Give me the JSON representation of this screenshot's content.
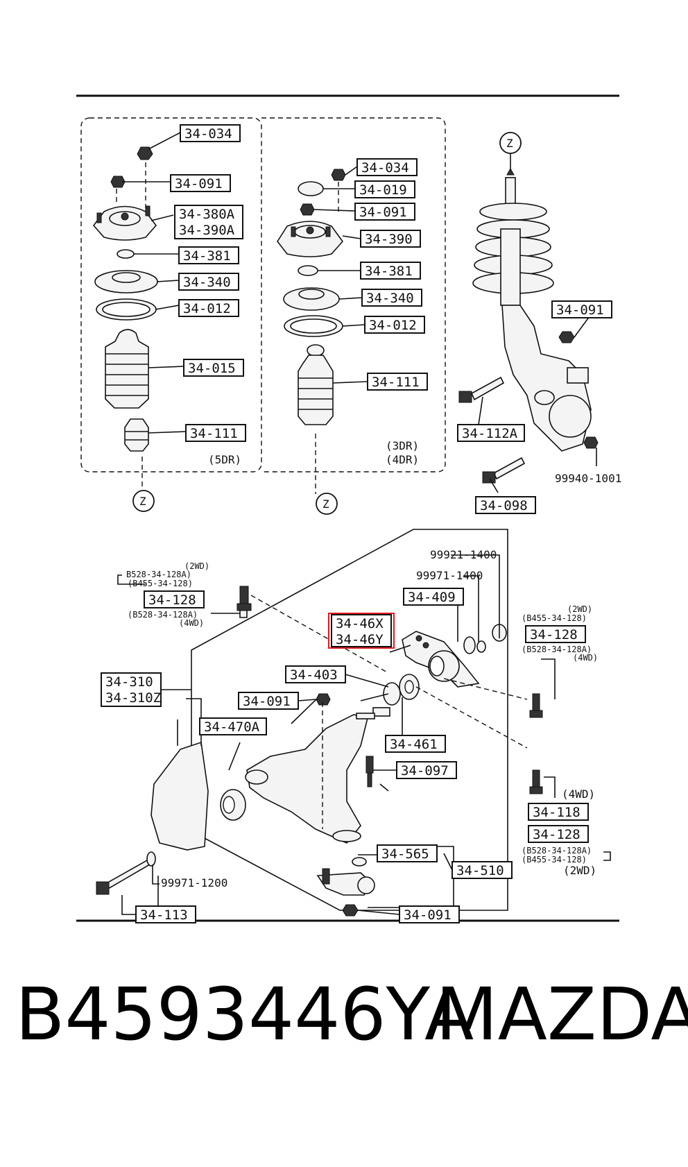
{
  "labels": {
    "l5_034": "34-034",
    "l5_091": "34-091",
    "l5_380a": "34-380A",
    "l5_390a": "34-390A",
    "l5_381": "34-381",
    "l5_340": "34-340",
    "l5_012": "34-012",
    "l5_015": "34-015",
    "l5_111": "34-111",
    "note_5dr": "(5DR)",
    "l3_034": "34-034",
    "l3_019": "34-019",
    "l3_091": "34-091",
    "l3_390": "34-390",
    "l3_381": "34-381",
    "l3_340": "34-340",
    "l3_012": "34-012",
    "l3_111": "34-111",
    "note_3dr": "(3DR)",
    "note_4dr": "(4DR)",
    "r_091": "34-091",
    "r_112a": "34-112A",
    "r_99940": "99940-1001",
    "r_098": "34-098",
    "z_top": "Z",
    "z_left": "Z",
    "z_mid": "Z",
    "lw_2wd_a": "(2WD)",
    "lw_b528_a": "B528-34-128A)",
    "lw_b455_a": "(B455-34-128)",
    "lw_128": "34-128",
    "lw_b528_b": "(B528-34-128A)",
    "lw_4wd_b": "(4WD)",
    "lw_46x": "34-46X",
    "lw_46y": "34-46Y",
    "lw_99921": "99921-1400",
    "lw_99971": "99971-1400",
    "lw_409": "34-409",
    "rw_2wd": "(2WD)",
    "rw_b455": "(B455-34-128)",
    "rw_128": "34-128",
    "rw_b528": "(B528-34-128A)",
    "rw_4wd": "(4WD)",
    "lw_310": "34-310",
    "lw_310z": "34-310Z",
    "lw_403": "34-403",
    "lw_091": "34-091",
    "lw_470a": "34-470A",
    "lw_461": "34-461",
    "lw_097": "34-097",
    "rw_4wd2": "(4WD)",
    "rw_118": "34-118",
    "rw_128b": "34-128",
    "rw_b528b": "(B528-34-128A)",
    "rw_b455b": "(B455-34-128)",
    "rw_2wd2": "(2WD)",
    "lw_565": "34-565",
    "lw_510": "34-510",
    "lw_99971_12": "99971-1200",
    "lw_113": "34-113",
    "lw_091b": "34-091"
  },
  "footer": {
    "part_number": "B4593446YA",
    "brand": "MAZDA"
  },
  "colors": {
    "ink": "#111111",
    "highlight": "#e0191f"
  }
}
